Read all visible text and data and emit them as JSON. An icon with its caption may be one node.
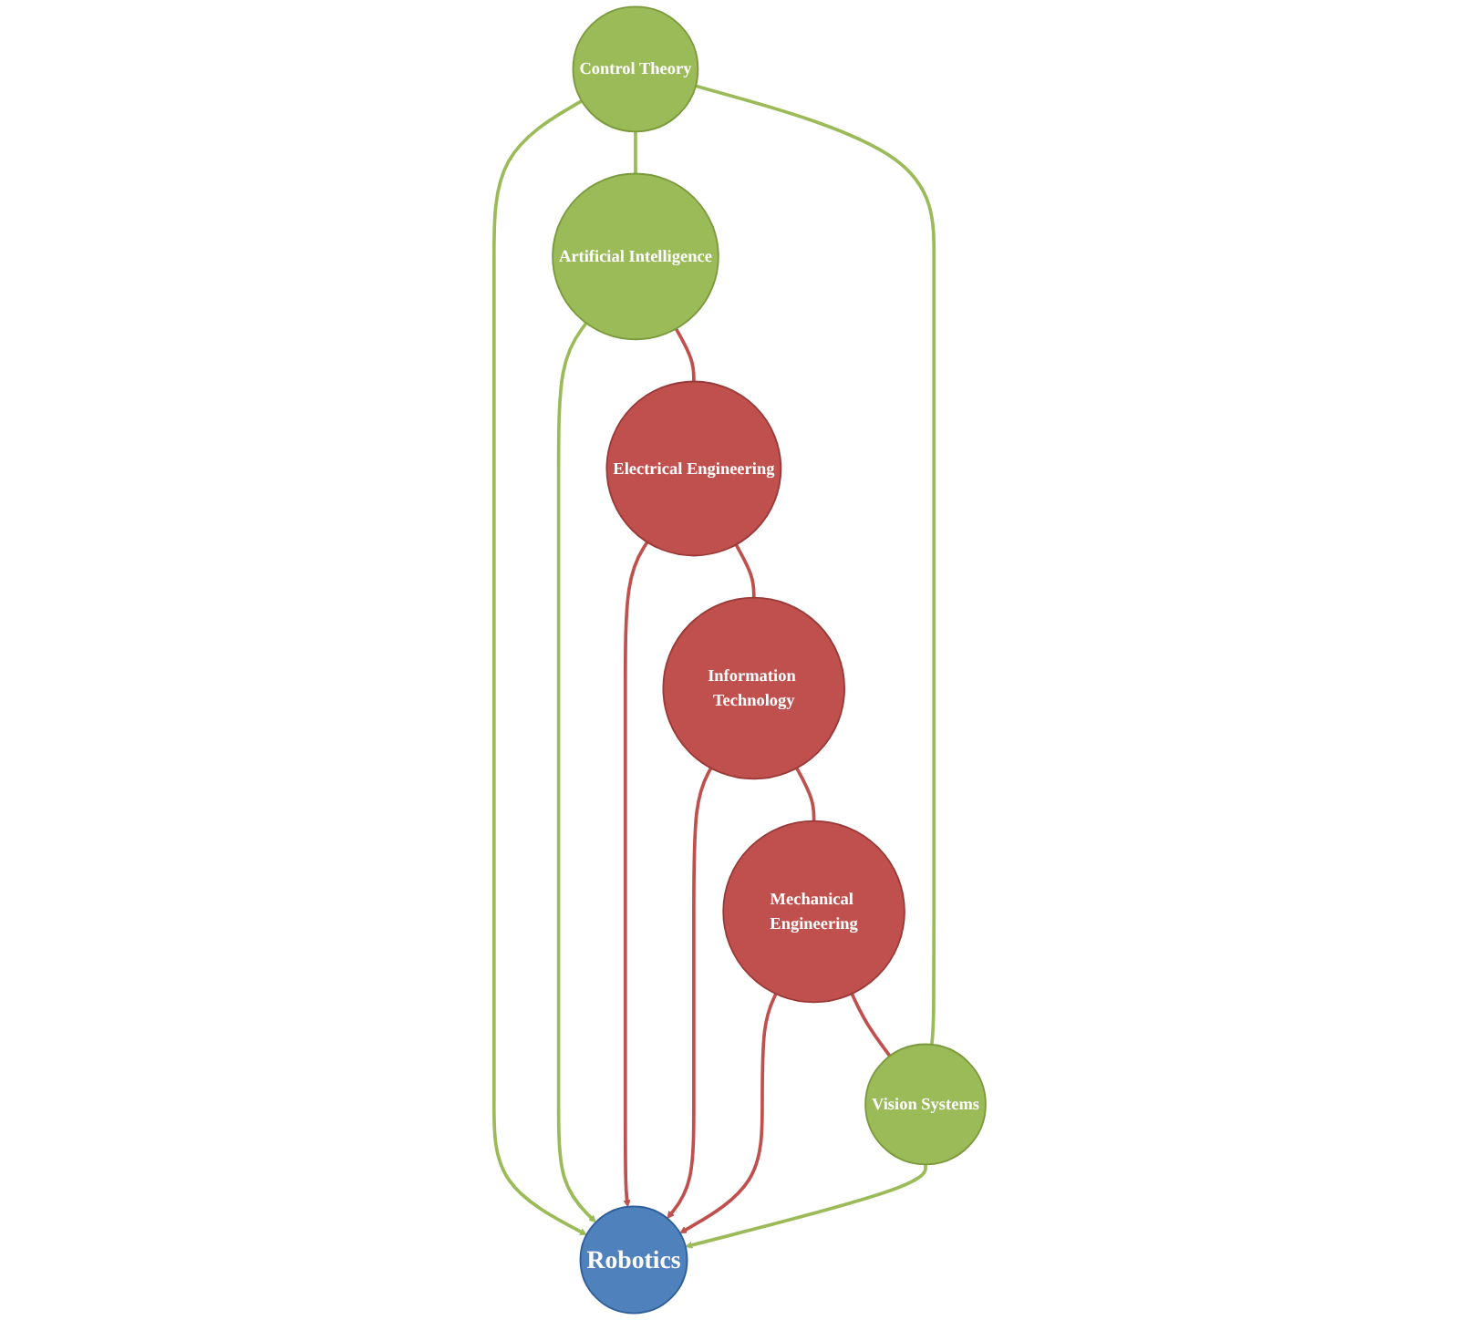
{
  "diagram": {
    "nodes": [
      {
        "text": [
          "Control Theory"
        ]
      },
      {
        "text": [
          "Vision Systems"
        ]
      },
      {
        "text": [
          "Artificial Intelligence"
        ]
      },
      {
        "text": [
          "Robotics"
        ]
      },
      {
        "text": [
          "Mechanical Engineering"
        ]
      },
      {
        "text": [
          "Electrical Engineering"
        ]
      },
      {
        "text": [
          "Information Technology"
        ]
      }
    ],
    "edges": [
      {
        "from": 0,
        "to": 3,
        "arrow": "to",
        "color": "#9bbb59"
      },
      {
        "from": 1,
        "to": 3,
        "arrow": "to",
        "color": "#9bbb59"
      },
      {
        "from": 2,
        "to": 3,
        "arrow": "to",
        "color": "#9bbb59"
      },
      {
        "from": 4,
        "to": 3,
        "arrow": "to"
      },
      {
        "from": 5,
        "to": 3,
        "arrow": "to"
      },
      {
        "from": 6,
        "to": 3,
        "arrow": "to"
      },
      {
        "from": 1,
        "to": 0,
        "arrow": "none",
        "color": "#9bbb59"
      },
      {
        "from": 0,
        "to": 2,
        "arrow": "none",
        "color": "#9bbb59"
      },
      {
        "from": 2,
        "to": 5,
        "arrow": "none"
      },
      {
        "from": 5,
        "to": 6,
        "arrow": "none"
      },
      {
        "from": 6,
        "to": 4,
        "arrow": "none"
      },
      {
        "from": 4,
        "to": 1,
        "arrow": "none"
      }
    ]
  }
}
